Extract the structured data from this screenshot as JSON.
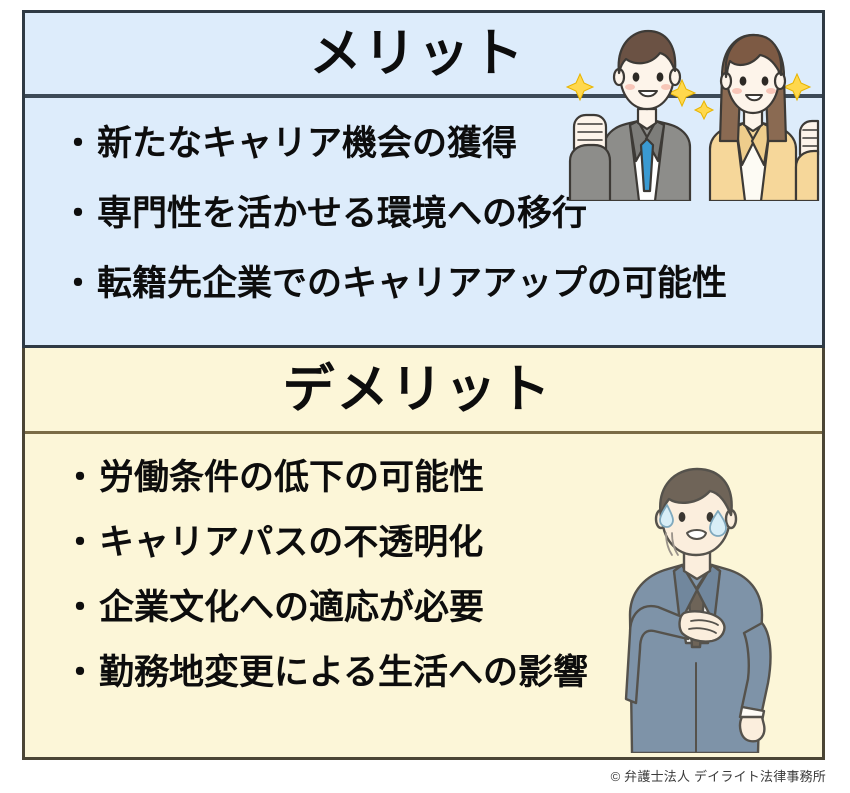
{
  "merit": {
    "title": "メリット",
    "bullet": "・",
    "items": [
      "新たなキャリア機会の獲得",
      "専門性を活かせる環境への移行",
      "転籍先企業でのキャリアアップの可能性"
    ],
    "background_color": "#ddecfb",
    "border_color": "#2f3a44",
    "illustration": "two-happy-business-people-with-sparkles"
  },
  "demerit": {
    "title": "デメリット",
    "bullet": "・",
    "items": [
      "労働条件の低下の可能性",
      "キャリアパスの不透明化",
      "企業文化への適応が必要",
      "勤務地変更による生活への影響"
    ],
    "background_color": "#fcf6d8",
    "border_color": "#4b4535",
    "illustration": "worried-businessman-with-sweat-drops"
  },
  "footer": {
    "copyright": "© 弁護士法人 デイライト法律事務所"
  }
}
